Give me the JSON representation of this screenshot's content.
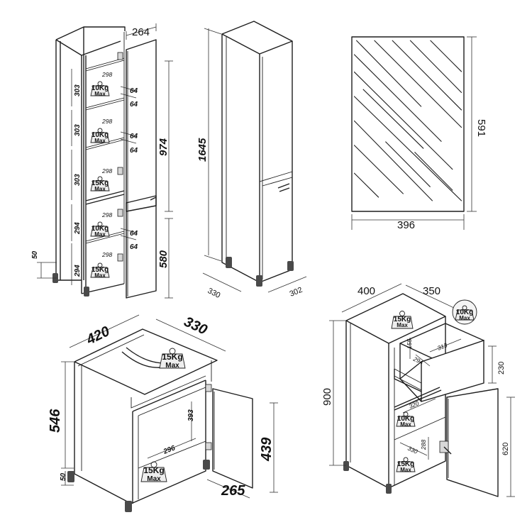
{
  "tall_cabinet_dims": {
    "width_top": "264",
    "shelf_gap_1": "303",
    "shelf_gap_2": "303",
    "shelf_gap_3": "303",
    "shelf_gap_4": "294",
    "shelf_gap_5": "294",
    "upper_door": "974",
    "lower_door": "580",
    "foot_height": "50",
    "shelf_depth": "298",
    "pin_offset": "64"
  },
  "column_dims": {
    "height": "1645",
    "depth": "330",
    "width": "302"
  },
  "mirror_dims": {
    "width": "396",
    "height": "591"
  },
  "sink_cabinet_dims": {
    "width": "420",
    "depth": "330",
    "height": "546",
    "foot_height": "50",
    "inner_height": "393",
    "inner_depth": "296",
    "door_height": "439",
    "door_width": "265"
  },
  "drawer_cabinet_dims": {
    "width": "400",
    "depth": "350",
    "height": "900",
    "drawer_height": "155",
    "drawer_inner_depth": "294",
    "drawer_inner_width": "313",
    "drawer_front": "230",
    "shelf_width_1": "320",
    "shelf_width_2": "330",
    "shelf_gap": "288",
    "door_height": "620"
  },
  "weight_badge": {
    "large": "15Kg",
    "small": "10Kg",
    "unit": "Max"
  }
}
